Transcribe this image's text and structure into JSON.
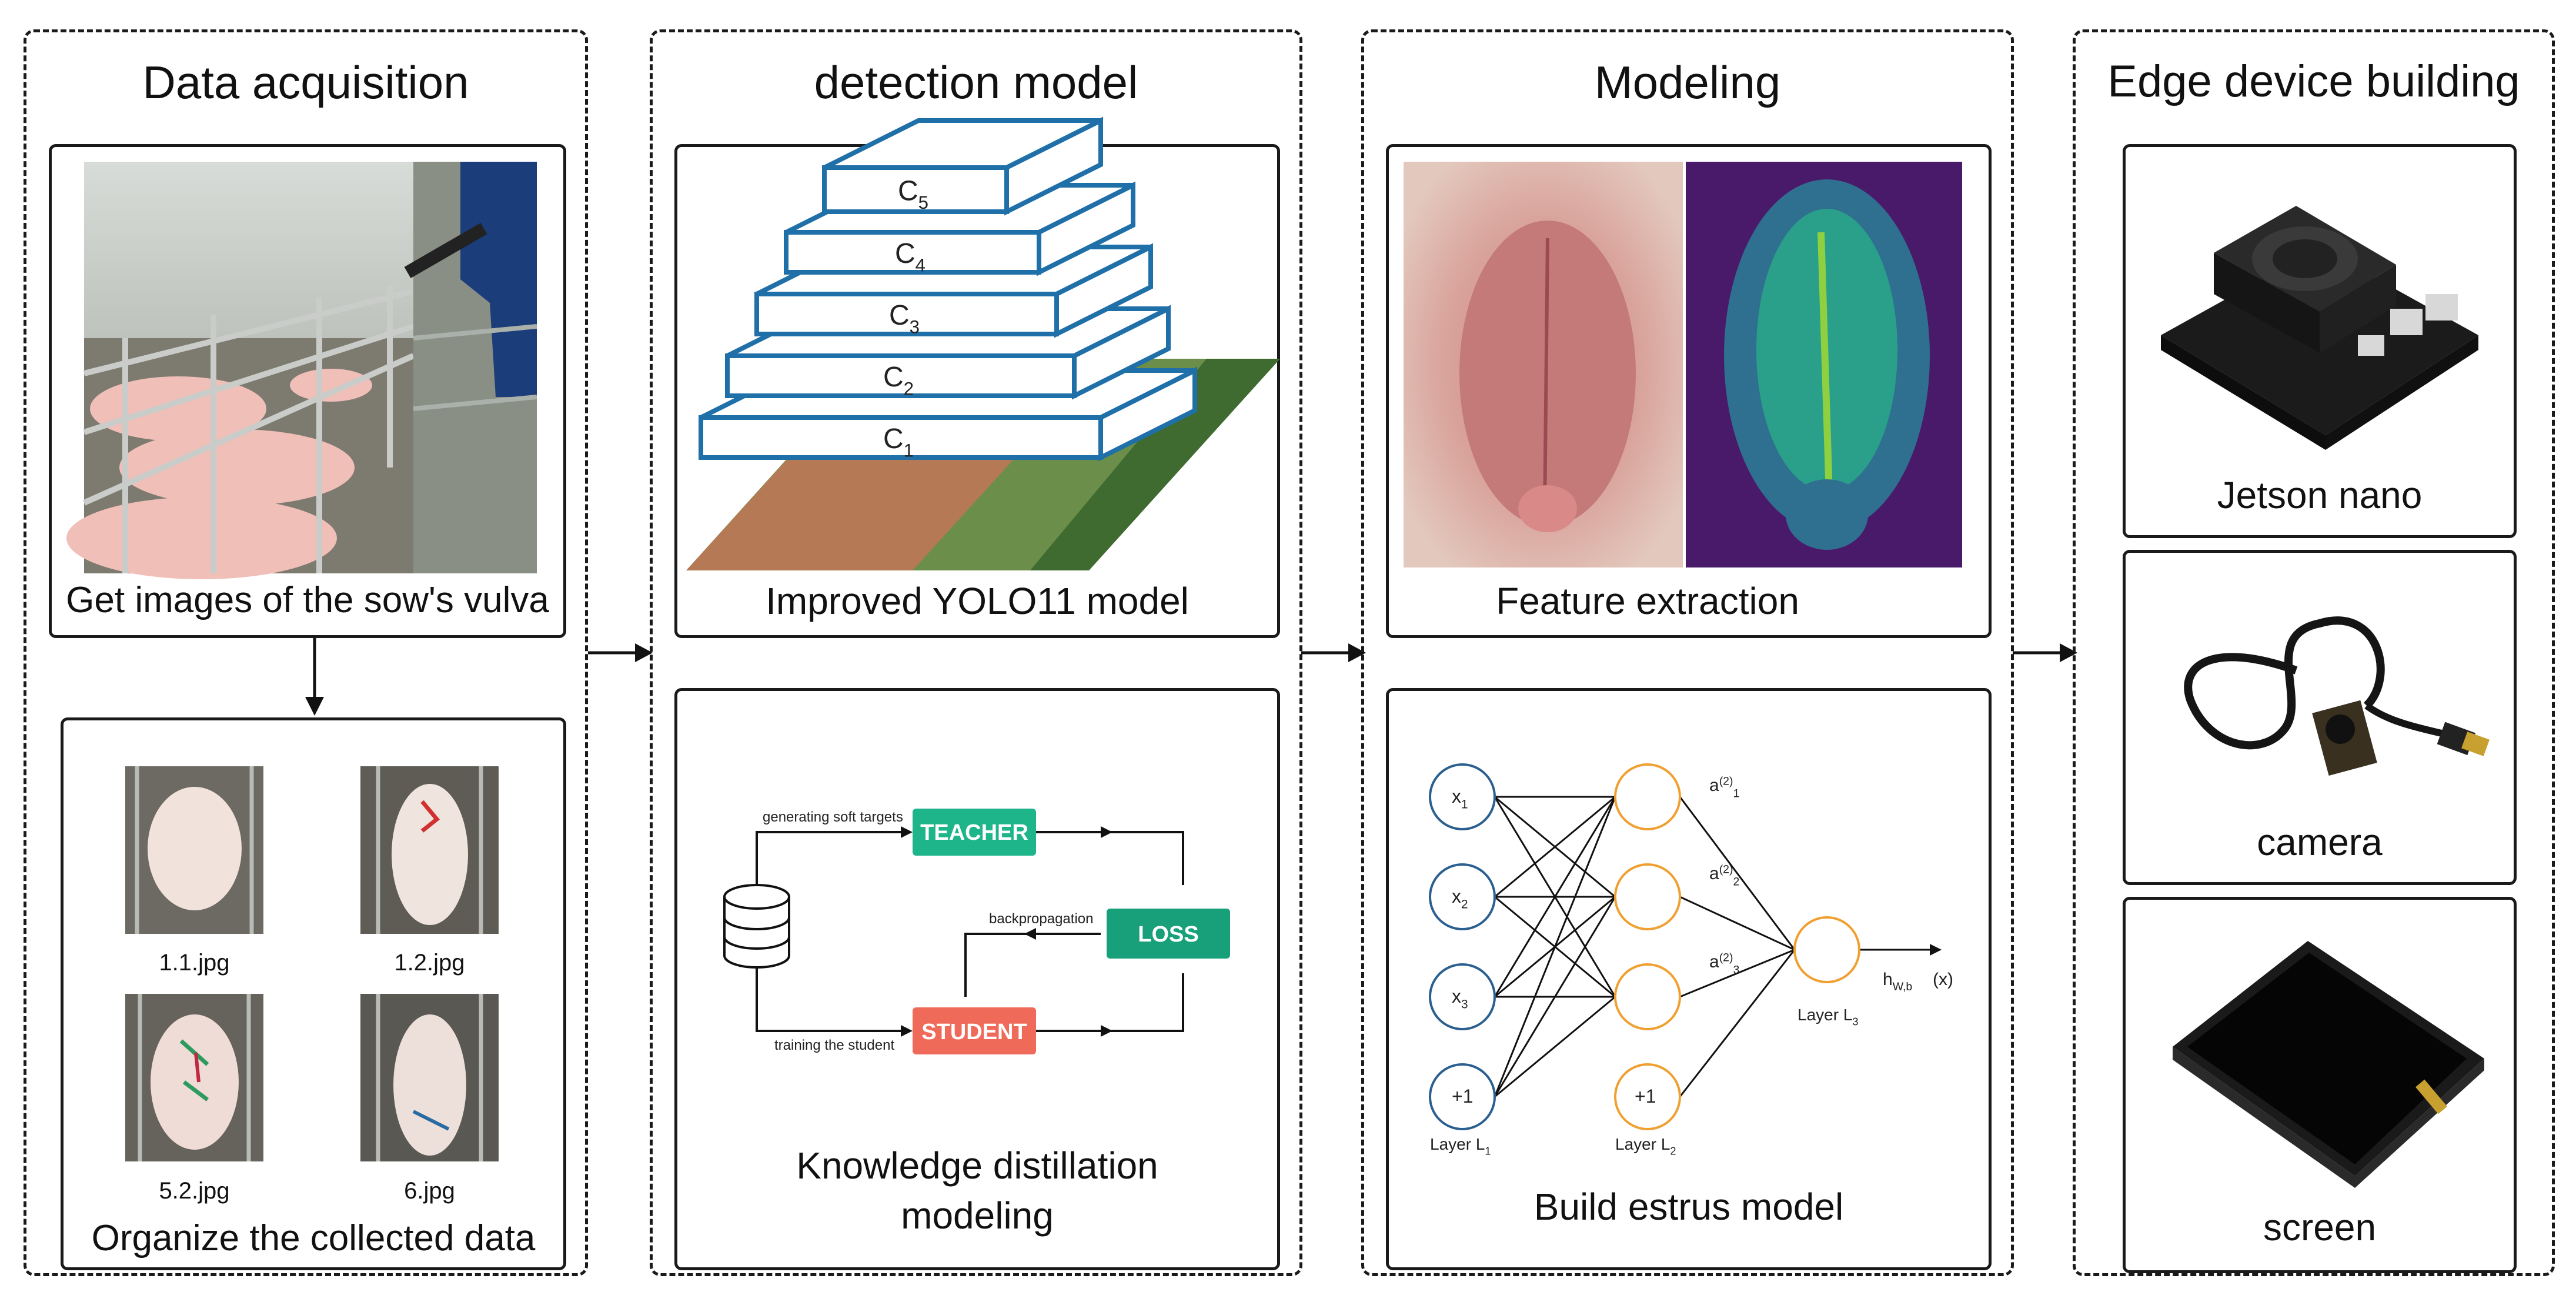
{
  "panels": [
    {
      "title": "Data acquisition"
    },
    {
      "title": "detection model"
    },
    {
      "title": "Modeling"
    },
    {
      "title": "Edge device building"
    }
  ],
  "acquisition": {
    "photo_caption": "Get images of the sow's vulva",
    "data_caption": "Organize the collected data",
    "files": [
      "1.1.jpg",
      "1.2.jpg",
      "5.2.jpg",
      "6.jpg"
    ]
  },
  "detection": {
    "yolo_caption": "Improved YOLO11 model",
    "kd_caption_line1": "Knowledge distillation",
    "kd_caption_line2": "modeling",
    "layers": [
      "C",
      "C",
      "C",
      "C",
      "C"
    ],
    "layer_subs": [
      "5",
      "4",
      "3",
      "2",
      "1"
    ],
    "kd": {
      "teacher": "TEACHER",
      "student": "STUDENT",
      "loss": "LOSS",
      "soft_targets": "generating soft targets",
      "backprop": "backpropagation",
      "training": "training the student"
    }
  },
  "modeling": {
    "feature_caption": "Feature extraction",
    "nn_caption": "Build estrus model",
    "nn": {
      "inputs": [
        "x",
        "x",
        "x",
        "+1"
      ],
      "input_subs": [
        "1",
        "2",
        "3",
        ""
      ],
      "hidden_bias": "+1",
      "a_labels": [
        "a",
        "a",
        "a"
      ],
      "a_subs": [
        "1",
        "2",
        "3"
      ],
      "a_sup": "(2)",
      "output": "h",
      "output_sub": "W,b",
      "output_arg": "(x)",
      "layer_l1": "Layer L",
      "layer_l1_sub": "1",
      "layer_l2": "Layer L",
      "layer_l2_sub": "2",
      "layer_l3": "Layer L",
      "layer_l3_sub": "3"
    }
  },
  "edge": {
    "jetson_caption": "Jetson nano",
    "camera_caption": "camera",
    "screen_caption": "screen"
  },
  "colors": {
    "teacher": "#1fb58a",
    "student": "#f06a5a",
    "loss": "#17a07a",
    "layer_stroke": "#1f6fa8",
    "node_input": "#2a5f8f",
    "node_hidden": "#f0a030",
    "heatmap_bg": "#4a1a6a"
  }
}
